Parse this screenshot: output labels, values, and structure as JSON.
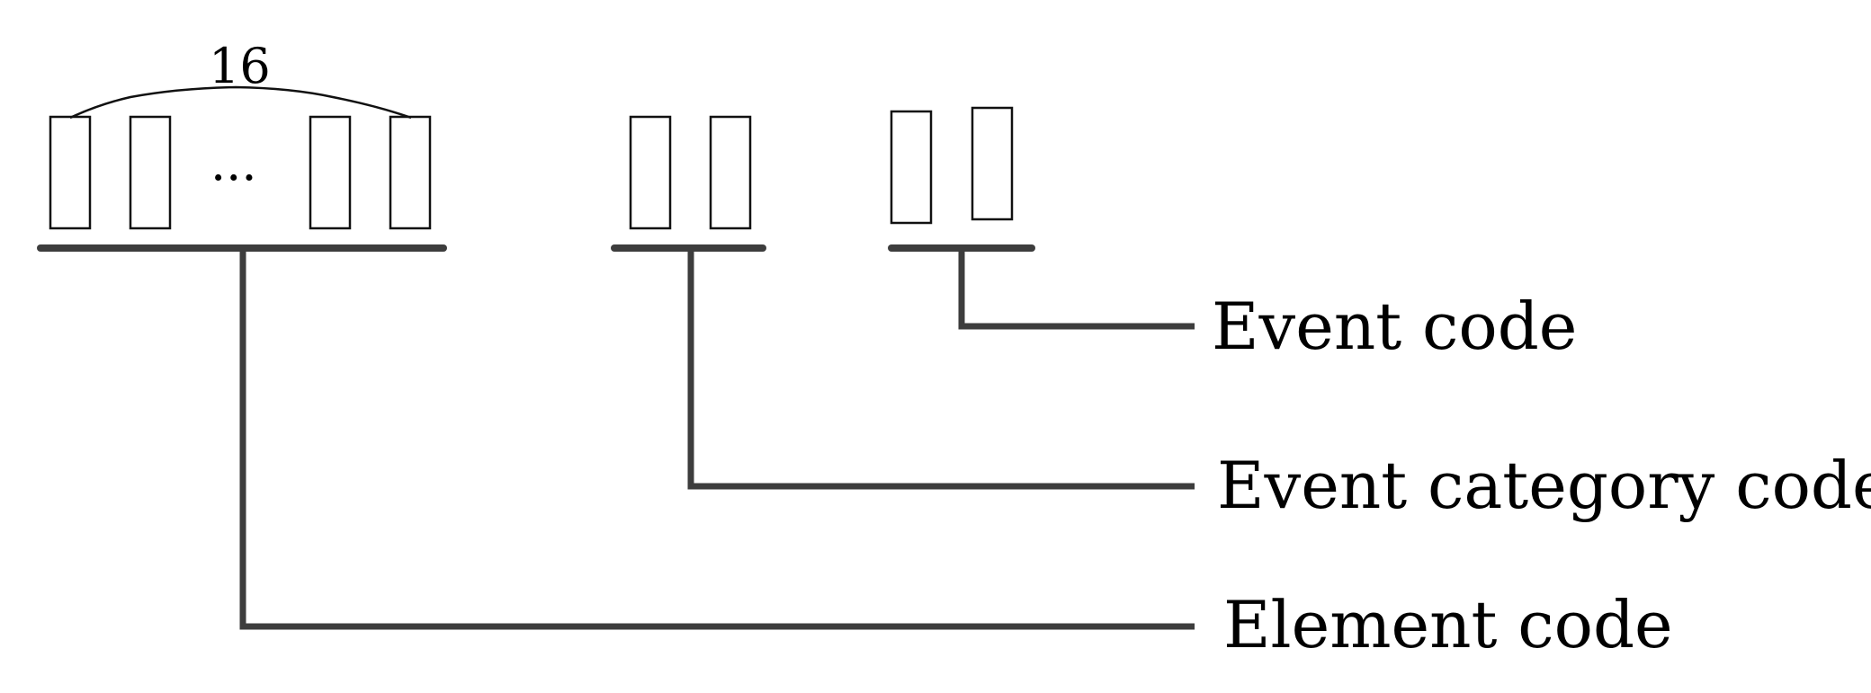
{
  "diagram": {
    "brace_count_label": "16",
    "ellipsis": "...",
    "labels": {
      "event_code": "Event code",
      "event_category_code": "Event category code",
      "element_code": "Element code"
    }
  }
}
